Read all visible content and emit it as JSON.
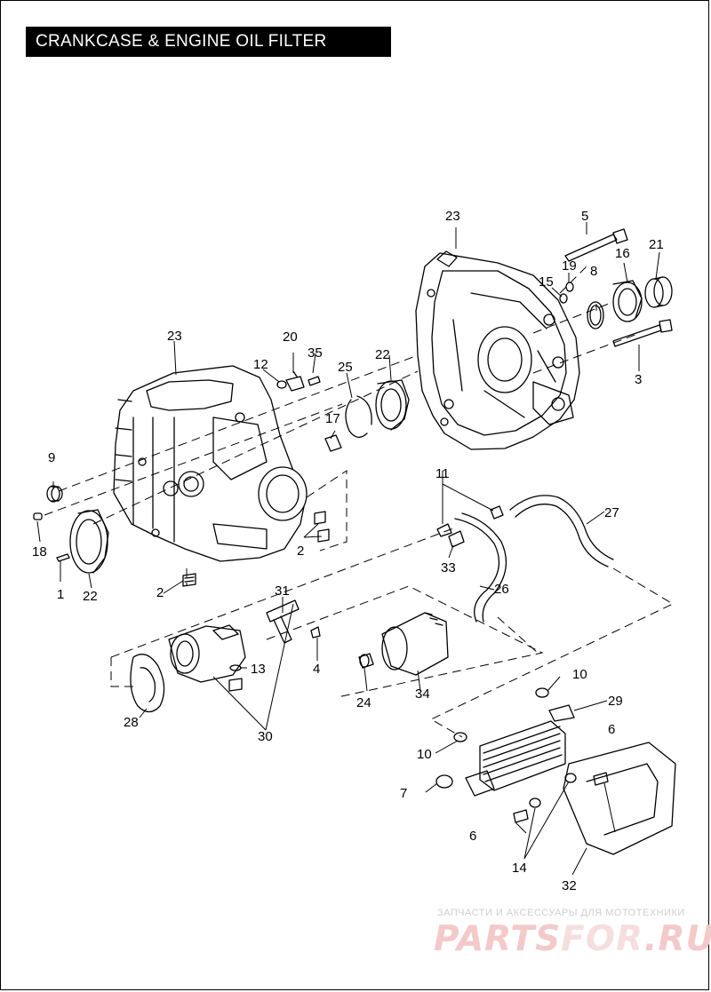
{
  "title": "CRANKCASE & ENGINE OIL FILTER",
  "callouts": [
    {
      "id": "c1",
      "text": "1"
    },
    {
      "id": "c2a",
      "text": "2"
    },
    {
      "id": "c2b",
      "text": "2"
    },
    {
      "id": "c3",
      "text": "3"
    },
    {
      "id": "c4",
      "text": "4"
    },
    {
      "id": "c5",
      "text": "5"
    },
    {
      "id": "c6a",
      "text": "6"
    },
    {
      "id": "c6b",
      "text": "6"
    },
    {
      "id": "c7",
      "text": "7"
    },
    {
      "id": "c8",
      "text": "8"
    },
    {
      "id": "c9",
      "text": "9"
    },
    {
      "id": "c10a",
      "text": "10"
    },
    {
      "id": "c10b",
      "text": "10"
    },
    {
      "id": "c11",
      "text": "11"
    },
    {
      "id": "c12",
      "text": "12"
    },
    {
      "id": "c13",
      "text": "13"
    },
    {
      "id": "c14",
      "text": "14"
    },
    {
      "id": "c15",
      "text": "15"
    },
    {
      "id": "c16",
      "text": "16"
    },
    {
      "id": "c17",
      "text": "17"
    },
    {
      "id": "c18",
      "text": "18"
    },
    {
      "id": "c19",
      "text": "19"
    },
    {
      "id": "c20",
      "text": "20"
    },
    {
      "id": "c21",
      "text": "21"
    },
    {
      "id": "c22a",
      "text": "22"
    },
    {
      "id": "c22b",
      "text": "22"
    },
    {
      "id": "c23a",
      "text": "23"
    },
    {
      "id": "c23b",
      "text": "23"
    },
    {
      "id": "c24",
      "text": "24"
    },
    {
      "id": "c25",
      "text": "25"
    },
    {
      "id": "c26",
      "text": "26"
    },
    {
      "id": "c27",
      "text": "27"
    },
    {
      "id": "c28",
      "text": "28"
    },
    {
      "id": "c29",
      "text": "29"
    },
    {
      "id": "c30",
      "text": "30"
    },
    {
      "id": "c31",
      "text": "31"
    },
    {
      "id": "c32",
      "text": "32"
    },
    {
      "id": "c33",
      "text": "33"
    },
    {
      "id": "c34",
      "text": "34"
    },
    {
      "id": "c35",
      "text": "35"
    }
  ],
  "watermark": {
    "subtitle": "ЗАПЧАСТИ И АКСЕССУАРЫ ДЛЯ МОТОТЕХНИКИ",
    "brand_left": "PARTS",
    "brand_mid": "FOR",
    "brand_right": ".RU"
  },
  "colors": {
    "ink": "#000000",
    "watermark_red": "#f4c9c9",
    "title_bg": "#000000",
    "title_fg": "#ffffff"
  }
}
